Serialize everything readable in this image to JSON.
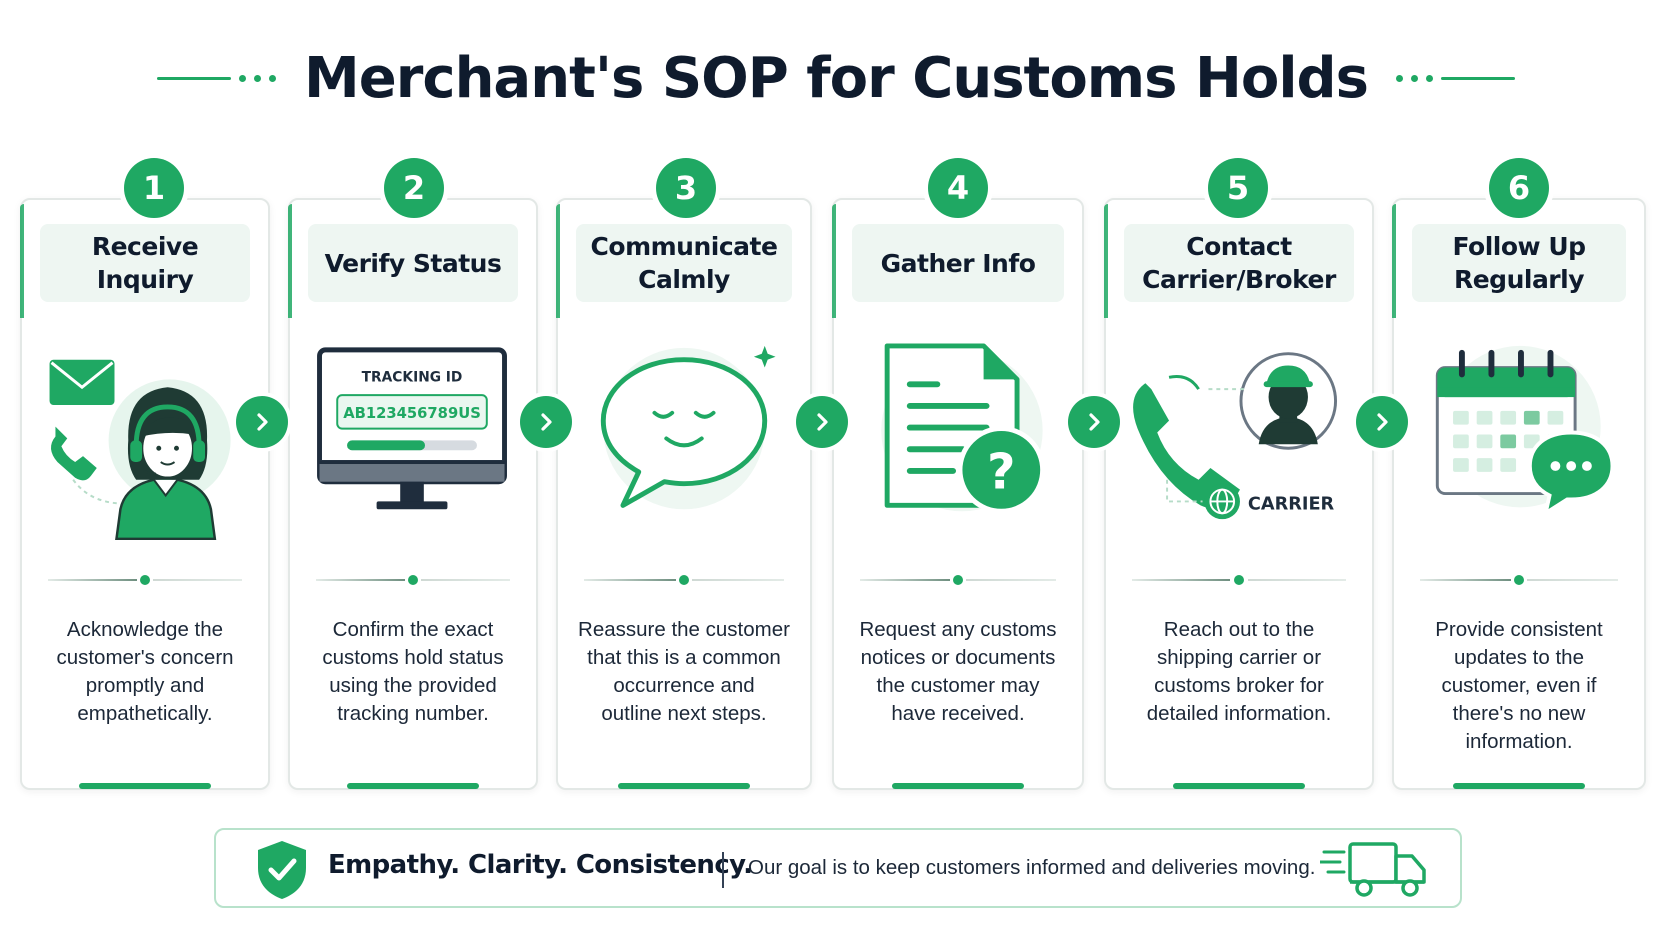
{
  "title": "Merchant's SOP for Customs Holds",
  "colors": {
    "accent": "#1fa863",
    "accent_light": "#e6f5ed",
    "text_dark": "#0f1b2d"
  },
  "steps": [
    {
      "number": "1",
      "title": "Receive Inquiry",
      "description": "Acknowledge the\ncustomer's concern\npromptly and\nempathetically.",
      "icon": "support-agent-icon"
    },
    {
      "number": "2",
      "title": "Verify Status",
      "description": "Confirm the exact\ncustoms hold status\nusing the provided\ntracking number.",
      "icon": "tracking-monitor-icon",
      "tracking_label": "TRACKING ID",
      "tracking_id": "AB123456789US",
      "tracking_progress": 0.6
    },
    {
      "number": "3",
      "title": "Communicate\nCalmly",
      "description": "Reassure the customer\nthat this is a common\noccurrence and\noutline next steps.",
      "icon": "calm-speech-bubble-icon"
    },
    {
      "number": "4",
      "title": "Gather Info",
      "description": "Request any customs\nnotices or documents\nthe customer may\nhave received.",
      "icon": "document-question-icon"
    },
    {
      "number": "5",
      "title": "Contact\nCarrier/Broker",
      "description": "Reach out to the\nshipping carrier or\ncustoms broker for\ndetailed information.",
      "icon": "phone-carrier-icon",
      "carrier_label": "CARRIER"
    },
    {
      "number": "6",
      "title": "Follow Up\nRegularly",
      "description": "Provide consistent\nupdates to the\ncustomer, even if\nthere's no new\ninformation.",
      "icon": "calendar-chat-icon"
    }
  ],
  "footer": {
    "motto": "Empathy. Clarity. Consistency.",
    "goal": "Our goal is to keep customers informed and deliveries moving."
  }
}
